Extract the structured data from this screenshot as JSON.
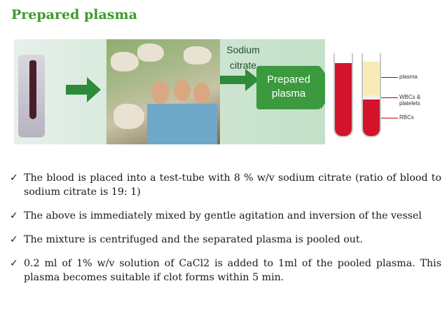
{
  "title": "Prepared plasma",
  "figure": {
    "sodium_line1": "Sodium",
    "sodium_line2": "citrate",
    "box_line1": "Prepared",
    "box_line2": "plasma",
    "label_plasma": "plasma",
    "label_wbc": "WBCs & platelets",
    "label_rbc": "RBCs"
  },
  "bullets": [
    "The blood is placed into a test-tube with  8 % w/v  sodium citrate (ratio of blood to sodium citrate is 19: 1)",
    "The above is immediately mixed by gentle agitation and inversion of the vessel",
    "The mixture is centrifuged and the separated plasma is pooled out.",
    "0.2 ml of 1% w/v solution of CaCl2 is added to 1ml of the pooled plasma. This plasma becomes suitable if clot forms within 5 min."
  ],
  "check_glyph": "✓",
  "colors": {
    "title": "#3f9a2d",
    "box": "#3b9a3e",
    "blood": "#d3122b"
  }
}
